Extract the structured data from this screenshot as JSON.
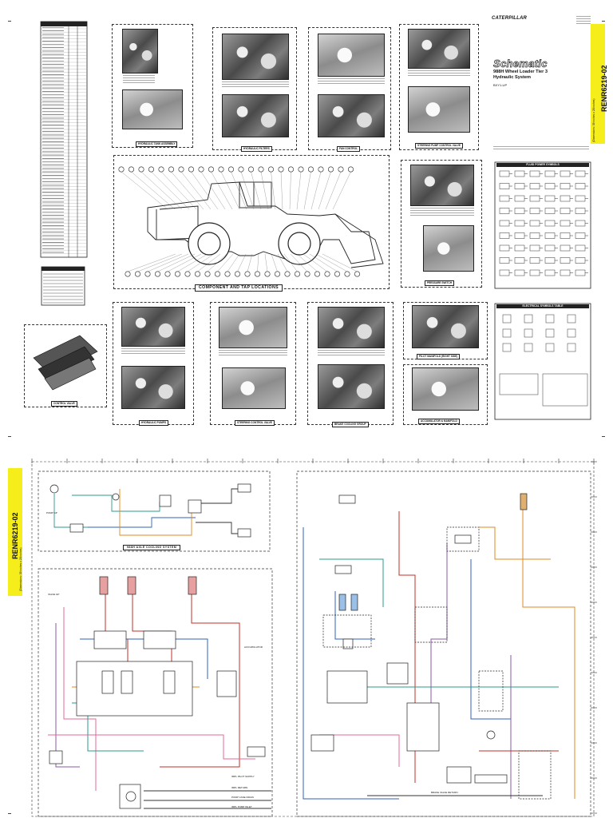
{
  "header": {
    "brand": "CATERPILLAR",
    "title": "Schematic",
    "subtitle_line1": "988H Wheel Loader Tier 3",
    "subtitle_line2": "Hydraulic System",
    "serial": "BXY1-UP"
  },
  "doc_tab": {
    "code": "RENR6219-02",
    "pages_note": "(Dimensions: 39 inches x 28 inches)"
  },
  "captions": {
    "hydraulic_tank_assembly": "HYDRAULIC TANK ASSEMBLY",
    "photo_2": "HYDRAULIC FILTERS",
    "photo_3": "FAN CONTROL",
    "photo_4": "STEERING PUMP CONTROL VALVE",
    "component_locations": "COMPONENT AND TAP LOCATIONS",
    "right_photos": "PRESSURE SWITCH",
    "control_valve": "CONTROL VALVE",
    "hydraulic_pumps": "HYDRAULIC PUMPS",
    "steering_control_valve": "STEERING CONTROL VALVE",
    "brake_cooling": "BRAKE COOLING GROUP",
    "caption_r1": "PILOT MANIFOLD (RIGHT SIDE)",
    "caption_r2": "ACCUMULATOR & MANIFOLD"
  },
  "legends": {
    "fluid_power_symbols": "FLUID POWER SYMBOLS",
    "electrical_symbols": "ELECTRICAL SYMBOLS TABLE"
  },
  "schematic": {
    "cooling_system": "988H AXLE COOLING SYSTEM",
    "labels": {
      "pump_a": "PUMP GP",
      "valve_a": "VALVE GP",
      "accumulator": "ACCUMULATOR",
      "pilot_supply": "IMPL PILOT SUPPLY",
      "impl_return": "IMPL RETURN",
      "pump_case_drain": "PUMP CASE DRAIN",
      "impl_pump_inlet": "IMPL PUMP INLET",
      "brake_return": "BRAKE VALVE RETURN"
    }
  },
  "colors": {
    "tab_yellow": "#f5ee1a",
    "line_red": "#c0322b",
    "line_blue": "#2f63b8",
    "line_orange": "#e08a1e",
    "line_teal": "#2a9a8e",
    "line_purple": "#8a5aa8",
    "line_pink": "#e06a9a"
  }
}
